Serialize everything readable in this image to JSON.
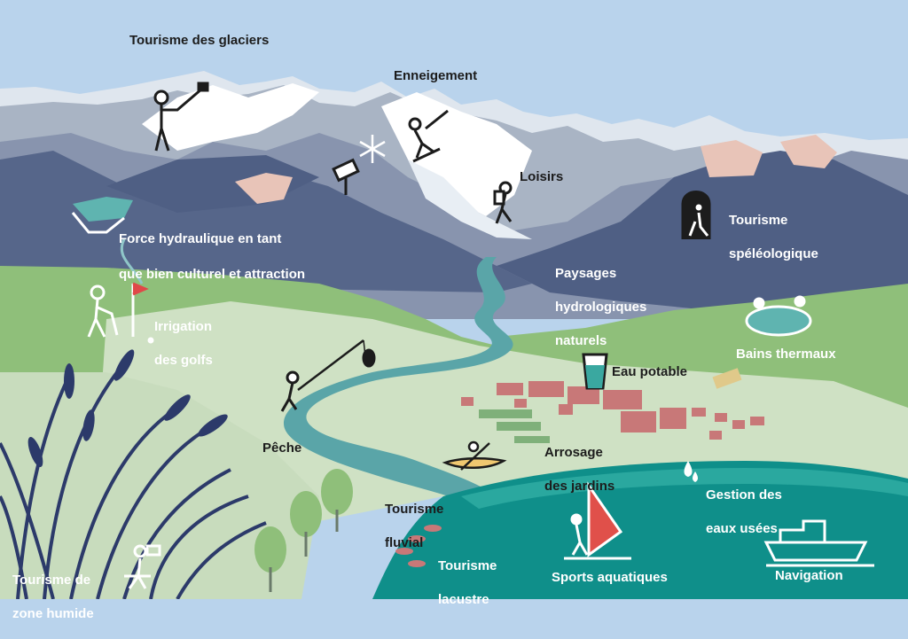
{
  "labels": {
    "tourisme_glaciers": "Tourisme des glaciers",
    "enneigement": "Enneigement",
    "loisirs": "Loisirs",
    "force_hydraulique": [
      "Force hydraulique en tant",
      "que bien culturel et attraction"
    ],
    "tourisme_speleo": [
      "Tourisme",
      "spéléologique"
    ],
    "paysages": [
      "Paysages",
      "hydrologiques",
      "naturels"
    ],
    "irrigation": [
      "Irrigation",
      "des golfs"
    ],
    "bains": "Bains thermaux",
    "eau_potable": "Eau potable",
    "peche": "Pêche",
    "arrosage": [
      "Arrosage",
      "des jardins"
    ],
    "gestion": [
      "Gestion des",
      "eaux usées"
    ],
    "fluvial": [
      "Tourisme",
      "fluvial"
    ],
    "lacustre": [
      "Tourisme",
      "lacustre"
    ],
    "zone_humide": [
      "Tourisme de",
      "zone humide"
    ],
    "sports": "Sports aquatiques",
    "navigation": "Navigation"
  },
  "icons": [
    "climber-icon",
    "skier-icon",
    "snow-cannon-icon",
    "snowflake-icon",
    "hiker-icon",
    "cave-icon",
    "golfer-icon",
    "hot-spring-icon",
    "water-glass-icon",
    "fisher-icon",
    "kayak-icon",
    "drop-icon",
    "windsurf-icon",
    "ship-icon",
    "birdwatcher-icon"
  ],
  "colors": {
    "sky": "#b9d3ec",
    "mountain_far": "#c9d3de",
    "mountain_mid": "#8894ae",
    "mountain_dark": "#4f5f84",
    "meadow": "#8fbf7a",
    "plain": "#cfe1c4",
    "river": "#5aa5a8",
    "lake": "#0f8f8a",
    "village": "#c87878",
    "reeds": "#2c3a6a"
  }
}
